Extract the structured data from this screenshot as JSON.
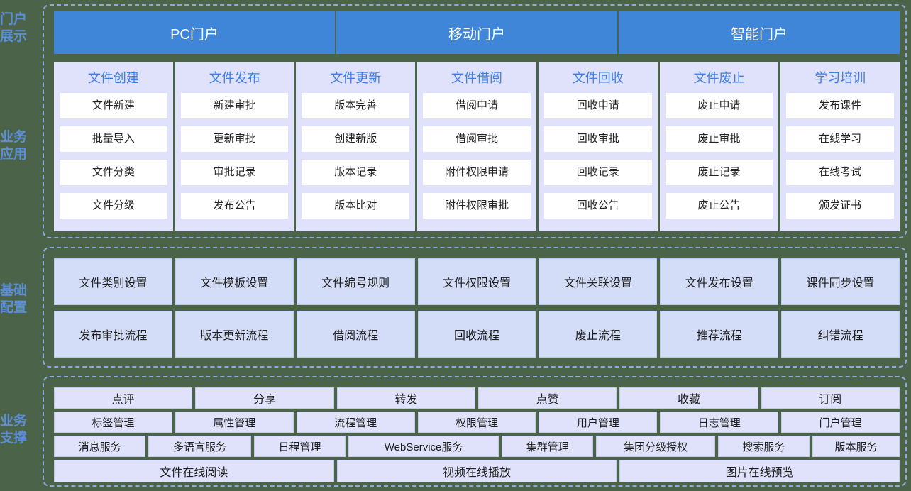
{
  "rail": {
    "labels": [
      {
        "name": "portal-display",
        "lines": [
          "门户",
          "展示"
        ]
      },
      {
        "name": "business-application",
        "lines": [
          "业务",
          "应用"
        ]
      },
      {
        "name": "base-configuration",
        "lines": [
          "基础",
          "配置"
        ]
      },
      {
        "name": "business-support",
        "lines": [
          "业务",
          "支撑"
        ]
      }
    ]
  },
  "portal": {
    "cells": [
      "PC门户",
      "移动门户",
      "智能门户"
    ]
  },
  "application": {
    "columns": [
      {
        "title": "文件创建",
        "items": [
          "文件新建",
          "批量导入",
          "文件分类",
          "文件分级"
        ]
      },
      {
        "title": "文件发布",
        "items": [
          "新建审批",
          "更新审批",
          "审批记录",
          "发布公告"
        ]
      },
      {
        "title": "文件更新",
        "items": [
          "版本完善",
          "创建新版",
          "版本记录",
          "版本比对"
        ]
      },
      {
        "title": "文件借阅",
        "items": [
          "借阅申请",
          "借阅审批",
          "附件权限申请",
          "附件权限审批"
        ]
      },
      {
        "title": "文件回收",
        "items": [
          "回收申请",
          "回收审批",
          "回收记录",
          "回收公告"
        ]
      },
      {
        "title": "文件废止",
        "items": [
          "废止申请",
          "废止审批",
          "废止记录",
          "废止公告"
        ]
      },
      {
        "title": "学习培训",
        "items": [
          "发布课件",
          "在线学习",
          "在线考试",
          "颁发证书"
        ]
      }
    ]
  },
  "configuration": {
    "row1": [
      "文件类别设置",
      "文件模板设置",
      "文件编号规则",
      "文件权限设置",
      "文件关联设置",
      "文件发布设置",
      "课件同步设置"
    ],
    "row2": [
      "发布审批流程",
      "版本更新流程",
      "借阅流程",
      "回收流程",
      "废止流程",
      "推荐流程",
      "纠错流程"
    ]
  },
  "support": {
    "row1": [
      "点评",
      "分享",
      "转发",
      "点赞",
      "收藏",
      "订阅"
    ],
    "row2": [
      "标签管理",
      "属性管理",
      "流程管理",
      "权限管理",
      "用户管理",
      "日志管理",
      "门户管理"
    ],
    "row3": [
      {
        "label": "消息服务",
        "flex": 1.0
      },
      {
        "label": "多语言服务",
        "flex": 1.12
      },
      {
        "label": "日程管理",
        "flex": 1.0
      },
      {
        "label": "WebService服务",
        "flex": 1.65
      },
      {
        "label": "集群管理",
        "flex": 1.0
      },
      {
        "label": "集团分级授权",
        "flex": 1.3
      },
      {
        "label": "搜索服务",
        "flex": 1.0
      },
      {
        "label": "版本服务",
        "flex": 0.95
      }
    ],
    "row4": [
      "文件在线阅读",
      "视频在线播放",
      "图片在线预览"
    ]
  },
  "colors": {
    "page_background": "#4b6348",
    "portal_header": "#3f86d8",
    "group_border": "#8ea8dd",
    "rail_text": "#5b8ed6",
    "column_background": "#dfe2fa",
    "column_title_text": "#3f7ee8",
    "item_background": "#ffffff",
    "config_cell": "#d3ddf8"
  }
}
